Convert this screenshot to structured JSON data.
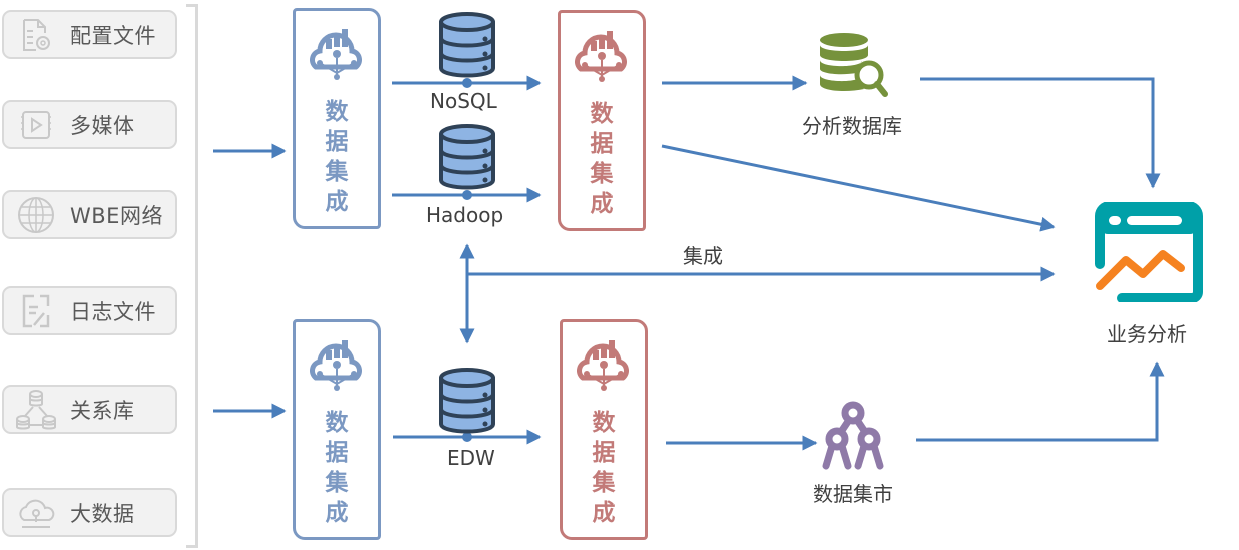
{
  "sources": [
    {
      "label": "配置文件",
      "icon": "config-file-icon"
    },
    {
      "label": "多媒体",
      "icon": "multimedia-icon"
    },
    {
      "label": "WBE网络",
      "icon": "globe-icon"
    },
    {
      "label": "日志文件",
      "icon": "log-file-icon"
    },
    {
      "label": "关系库",
      "icon": "relational-db-icon"
    },
    {
      "label": "大数据",
      "icon": "cloud-data-icon"
    }
  ],
  "integration": {
    "label": "数据集成",
    "chars": [
      "数",
      "据",
      "集",
      "成"
    ]
  },
  "stores": {
    "nosql": "NoSQL",
    "hadoop": "Hadoop",
    "edw": "EDW"
  },
  "middle_link_label": "集成",
  "targets": {
    "analysis_db": "分析数据库",
    "data_mart": "数据集市",
    "business_analysis": "业务分析"
  },
  "colors": {
    "arrow": "#4a7ebb",
    "integ_blue": "#7b98c2",
    "integ_red": "#c27a78",
    "db_fill": "#8eb4e3",
    "db_stroke": "#2f4257",
    "analysis_db_green": "#76923c",
    "data_mart_purple": "#8f7aa8",
    "business_teal": "#00a0a8",
    "business_orange": "#f58220"
  }
}
